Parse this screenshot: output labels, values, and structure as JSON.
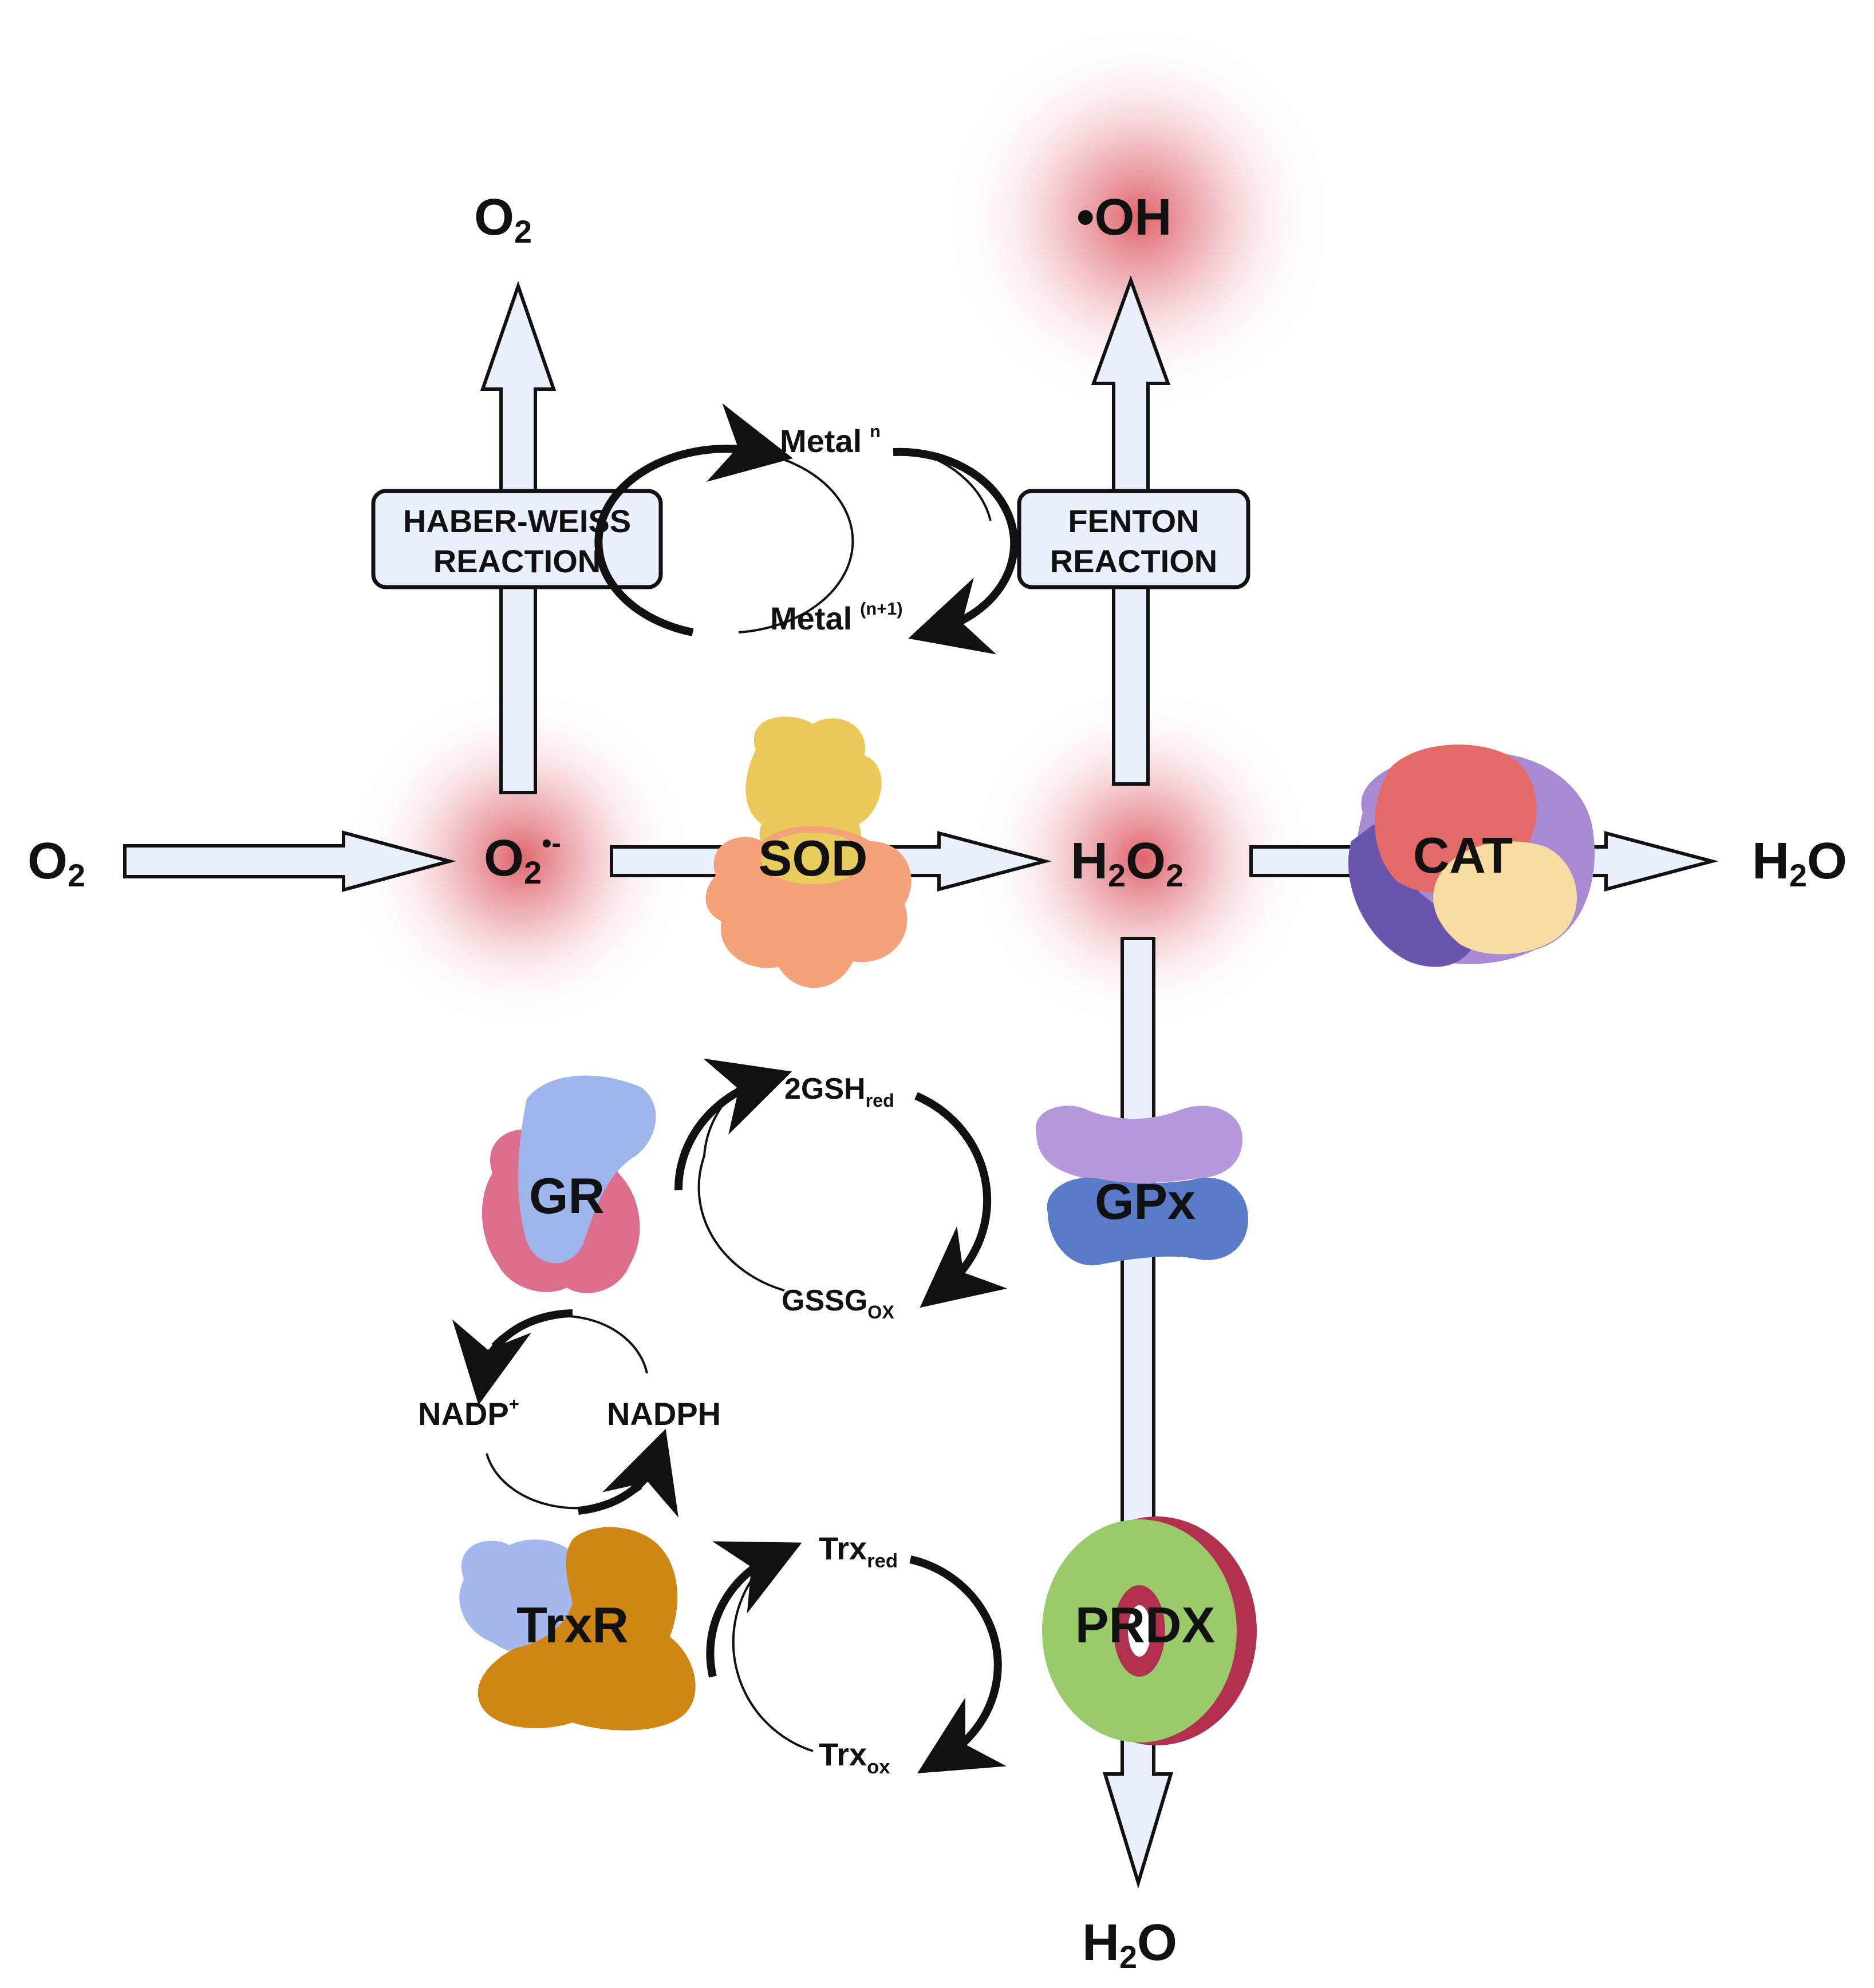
{
  "species": {
    "o2_in": {
      "main": "O",
      "sub": "2"
    },
    "o2_top": {
      "main": "O",
      "sub": "2"
    },
    "oh_radical": "•OH",
    "superoxide": {
      "main": "O",
      "sub": "2",
      "sup": "•-"
    },
    "h2o2": {
      "h": "H",
      "sub1": "2",
      "o": "O",
      "sub2": "2"
    },
    "h2o_right": {
      "h": "H",
      "sub": "2",
      "o": "O"
    },
    "h2o_bottom": {
      "h": "H",
      "sub": "2",
      "o": "O"
    }
  },
  "reactions": {
    "haber_weiss": {
      "line1": "HABER-WEISS",
      "line2": "REACTION"
    },
    "fenton": {
      "line1": "FENTON",
      "line2": "REACTION"
    }
  },
  "cycles": {
    "metal": {
      "top_main": "Metal",
      "top_sup": "n",
      "bottom_main": "Metal",
      "bottom_sup": "(n+1)"
    },
    "glutathione": {
      "top_main": "2GSH",
      "top_sub": "red",
      "bottom_main": "GSSG",
      "bottom_sub": "OX"
    },
    "nadp": {
      "left_main": "NADP",
      "left_sup": "+",
      "right": "NADPH"
    },
    "thioredoxin": {
      "top_main": "Trx",
      "top_sub": "red",
      "bottom_main": "Trx",
      "bottom_sub": "ox"
    }
  },
  "enzymes": {
    "sod": "SOD",
    "cat": "CAT",
    "gr": "GR",
    "gpx": "GPx",
    "trxr": "TrxR",
    "prdx": "PRDX"
  },
  "colors": {
    "arrow_fill": "#e9f0fb",
    "ros_glow": "#d9474f",
    "sod_top": "#eac85a",
    "sod_bottom": "#f4a27a",
    "cat_red": "#e46a6a",
    "cat_purple": "#a88ad2",
    "cat_dark_purple": "#6a55ad",
    "cat_cream": "#f6dca1",
    "gr_blue": "#9eb5ec",
    "gr_pink": "#de6f8c",
    "gpx_purple": "#b798dc",
    "gpx_blue": "#5a7cc8",
    "trxr_blue": "#a5b8ee",
    "trxr_orange": "#cf8612",
    "prdx_green": "#9acb6b",
    "prdx_crimson": "#b0304e"
  }
}
